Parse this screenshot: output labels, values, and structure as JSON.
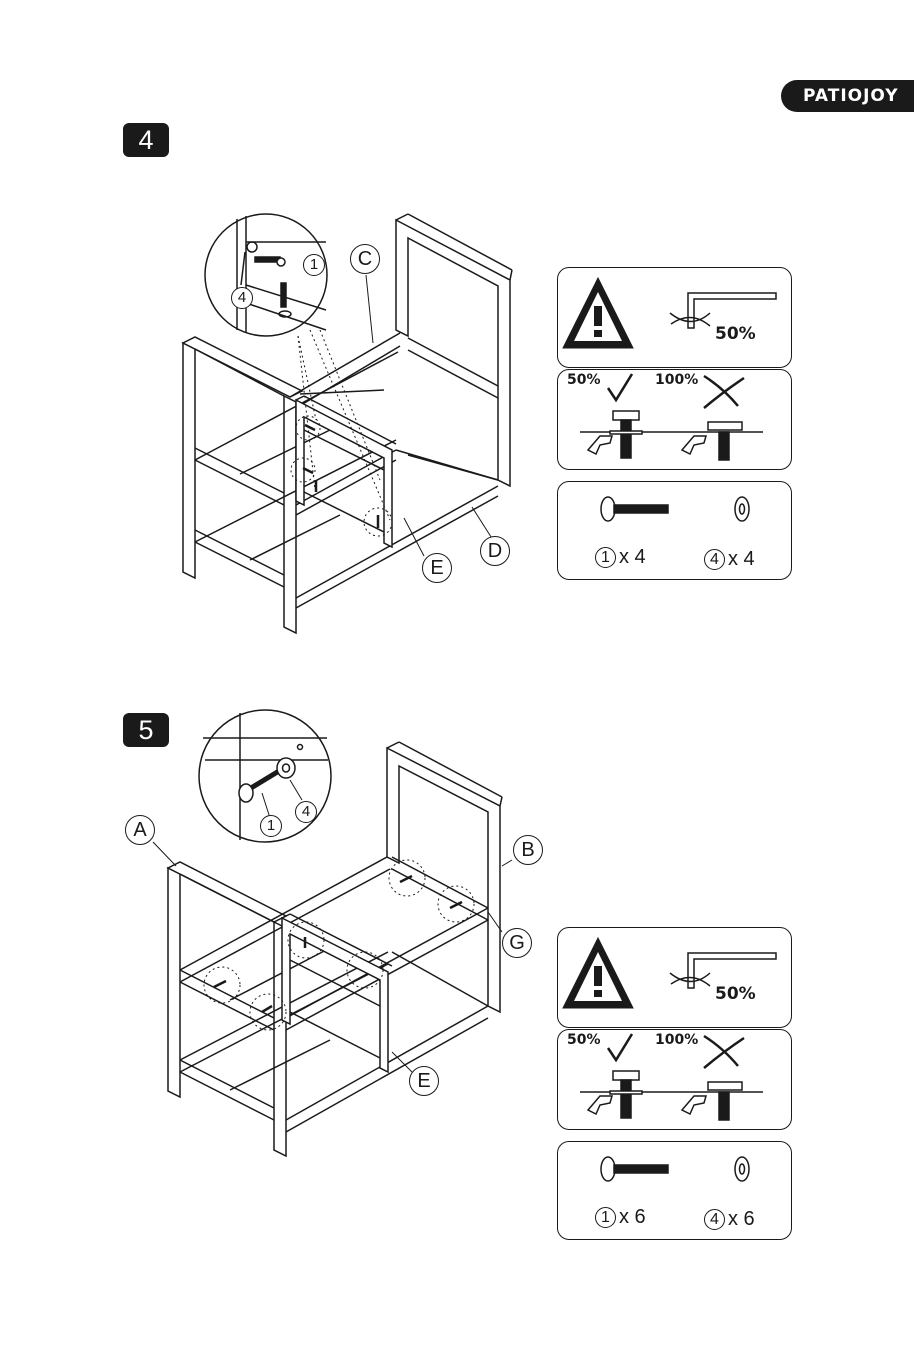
{
  "brand": {
    "logo_text": "PATIOJOY"
  },
  "step4": {
    "number": "4",
    "callouts": {
      "c": "C",
      "d": "D",
      "e": "E"
    },
    "detail_labels": {
      "bolt": "1",
      "washer": "4"
    },
    "warning": {
      "tighten_pct": "50%",
      "ok_pct": "50%",
      "bad_pct": "100%"
    },
    "parts": {
      "bolt_id": "1",
      "bolt_qty": "x 4",
      "washer_id": "4",
      "washer_qty": "x 4"
    }
  },
  "step5": {
    "number": "5",
    "callouts": {
      "a": "A",
      "b": "B",
      "g": "G",
      "e": "E"
    },
    "detail_labels": {
      "bolt": "1",
      "washer": "4"
    },
    "warning": {
      "tighten_pct": "50%",
      "ok_pct": "50%",
      "bad_pct": "100%"
    },
    "parts": {
      "bolt_id": "1",
      "bolt_qty": "x 6",
      "washer_id": "4",
      "washer_qty": "x 6"
    }
  },
  "icons": [
    "warning-triangle-icon",
    "allen-key-icon",
    "checkmark-icon",
    "cross-icon",
    "bolt-icon",
    "washer-icon",
    "hand-icon"
  ]
}
